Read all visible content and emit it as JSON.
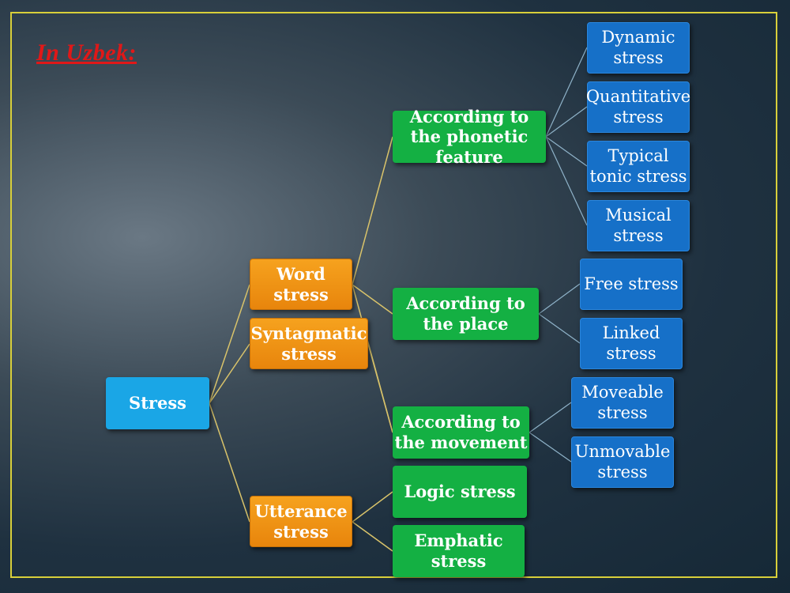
{
  "title": "In Uzbek:",
  "nodes": {
    "stress": "Stress",
    "word_stress": "Word stress",
    "syntagmatic_stress": "Syntagmatic stress",
    "utterance_stress": "Utterance stress",
    "phonetic_feature": "According to the phonetic feature",
    "place": "According to the place",
    "movement": "According to the movement",
    "logic_stress": "Logic stress",
    "emphatic_stress": "Emphatic stress",
    "dynamic_stress": "Dynamic stress",
    "quantitative_stress": "Quantitative stress",
    "typical_tonic_stress": "Typical tonic stress",
    "musical_stress": "Musical stress",
    "free_stress": "Free stress",
    "linked_stress": "Linked stress",
    "moveable_stress": "Moveable stress",
    "unmovable_stress": "Unmovable stress"
  },
  "colors": {
    "root": "#1aa6e6",
    "level1": "#f0930f",
    "level2": "#14b043",
    "level3": "#1670c8",
    "connector": "#d9c36a",
    "connector_blue": "#8fb3c9",
    "title": "#e01818",
    "frame": "#d8cf3a"
  }
}
